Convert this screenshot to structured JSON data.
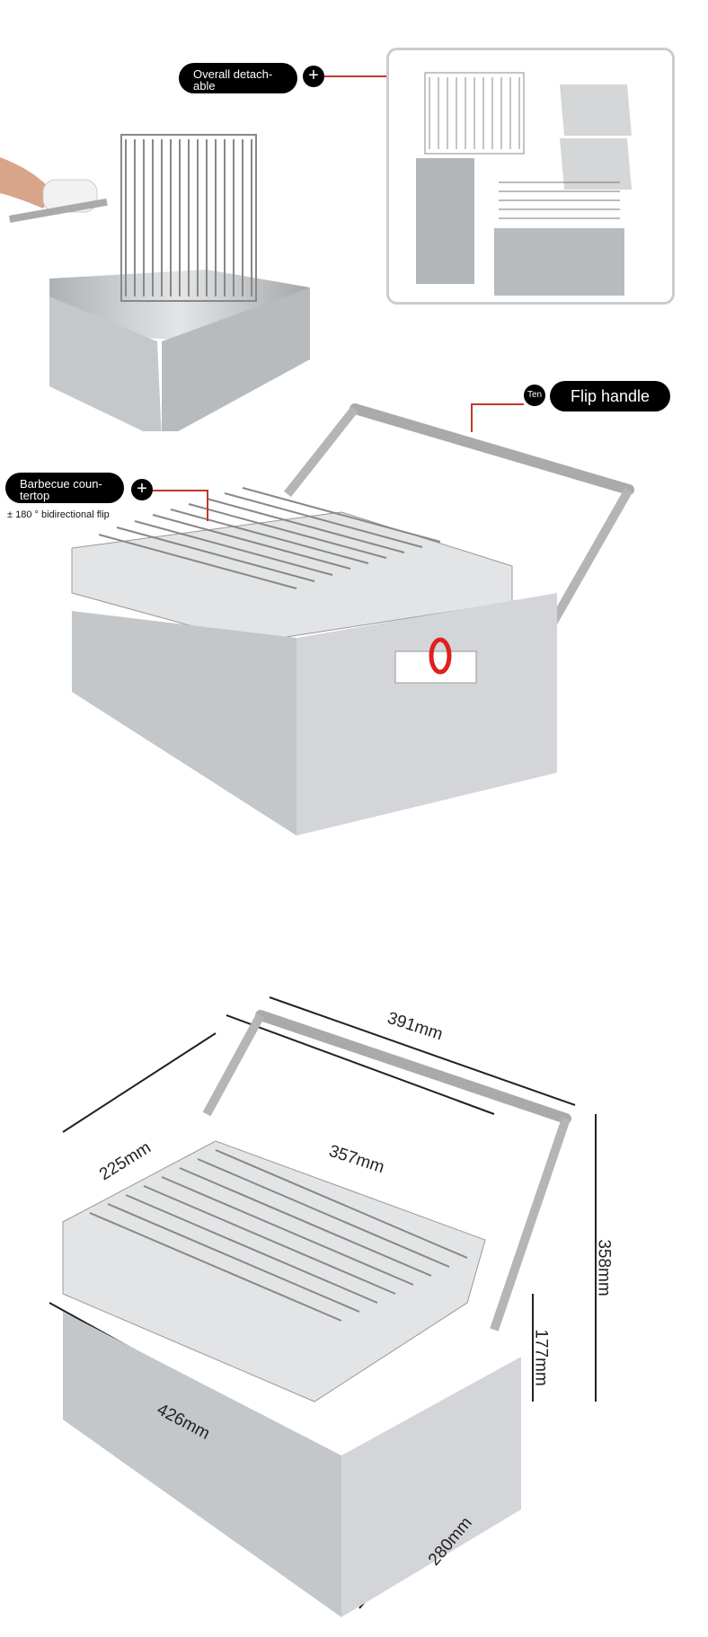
{
  "callouts": {
    "detachable": "Overall detach-able",
    "flip_handle_marker": "Ten",
    "flip_handle": "Flip handle",
    "countertop": "Barbecue coun-tertop",
    "flip_note": "± 180 ° bidirectional flip",
    "plus_icon": "+"
  },
  "dimensions": {
    "handle_width": "391mm",
    "grill_length": "357mm",
    "grill_depth": "225mm",
    "total_height": "358mm",
    "base_height": "177mm",
    "base_length": "426mm",
    "base_depth": "280mm"
  },
  "colors": {
    "label_bg": "#000000",
    "leader_line": "#c0392b",
    "steel": "#c9cbcd"
  }
}
